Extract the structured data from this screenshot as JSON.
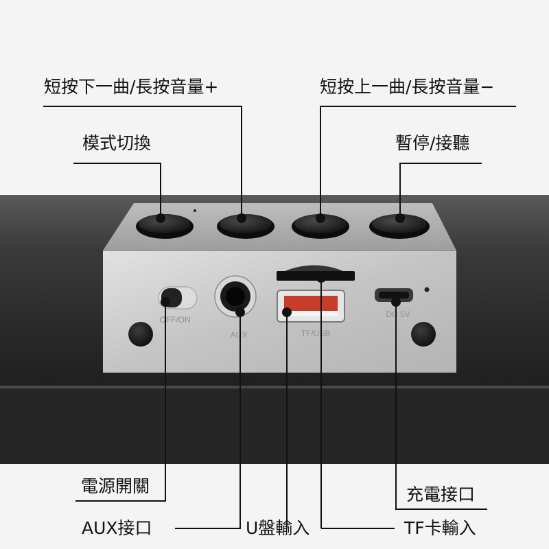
{
  "callouts": {
    "next_track_vol_up": "短按下一曲/長按音量+",
    "prev_track_vol_down": "短按上一曲/長按音量−",
    "mode_switch": "模式切換",
    "pause_answer": "暫停/接聽",
    "power_switch": "電源開關",
    "charge_port": "充電接口",
    "aux_port": "AUX接口",
    "usb_input": "U盤輸入",
    "tf_input": "TF卡輸入"
  },
  "panel_markings": {
    "power": "OFF/ON",
    "aux": "AUX",
    "tf_usb": "TF/USB",
    "dc": "DC 5V"
  },
  "colors": {
    "background": "#f4f4f4",
    "speaker_body": "#2a2a2a",
    "panel_silver": "#c9c9c9",
    "button_black": "#1e1e1e",
    "leader_line": "#111111"
  }
}
